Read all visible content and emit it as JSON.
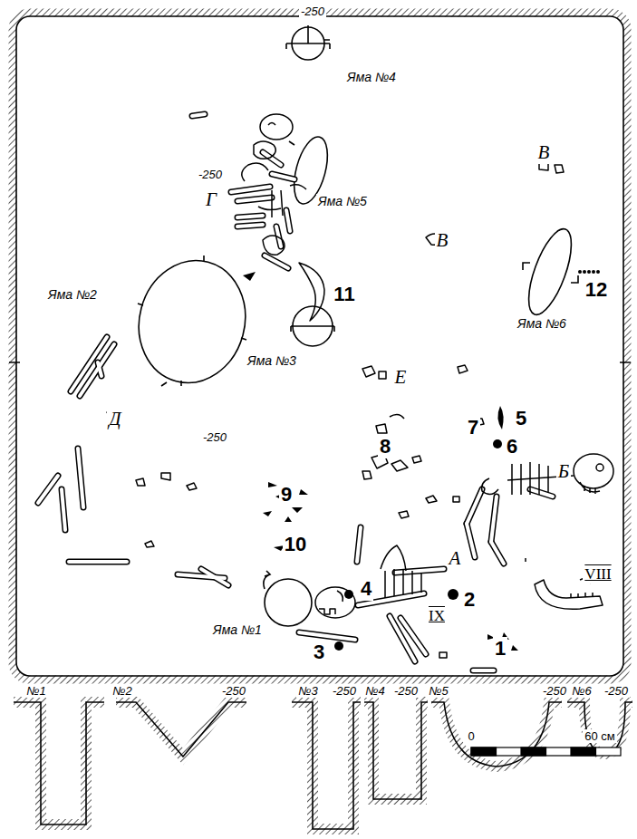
{
  "diagram": {
    "labels": [
      "-250",
      "Яма №4",
      "-250",
      "Г",
      "Яма №5",
      "В",
      "В",
      "12",
      "Яма №6",
      "Яма №2",
      "11",
      "Яма №3",
      "Е",
      "Д",
      "-250",
      "7",
      "5",
      "6",
      "8",
      "Б",
      "9",
      "10",
      "А",
      "4",
      "2",
      "VIII",
      "IX",
      "Яма №1",
      "3",
      "1",
      "№1",
      "№2",
      "-250",
      "№3",
      "-250",
      "№4",
      "-250",
      "№5",
      "-250",
      "№6",
      "-250",
      "0",
      "60 см"
    ]
  }
}
